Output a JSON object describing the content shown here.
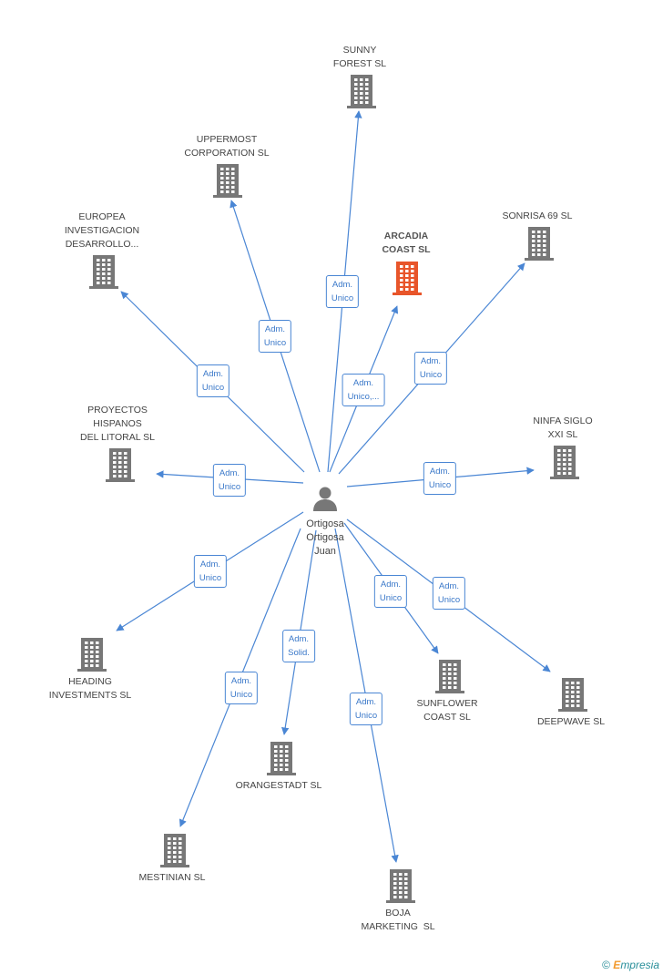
{
  "person": {
    "name": "Ortigosa\nOrtigosa\nJuan",
    "icon": "person-icon"
  },
  "colors": {
    "edge": "#4a86d4",
    "building": "#777777",
    "focus": "#e8552a",
    "text": "#444444"
  },
  "companies": [
    {
      "id": "sunny-forest",
      "name": "SUNNY\nFOREST SL",
      "focus": false
    },
    {
      "id": "uppermost",
      "name": "UPPERMOST\nCORPORATION SL",
      "focus": false
    },
    {
      "id": "arcadia",
      "name": "ARCADIA\nCOAST SL",
      "focus": true
    },
    {
      "id": "sonrisa",
      "name": "SONRISA 69 SL",
      "focus": false
    },
    {
      "id": "europea",
      "name": "EUROPEA\nINVESTIGACION\nDESARROLLO...",
      "focus": false
    },
    {
      "id": "proyectos",
      "name": "PROYECTOS\nHISPANOS\nDEL LITORAL SL",
      "focus": false
    },
    {
      "id": "ninfa",
      "name": "NINFA SIGLO\nXXI SL",
      "focus": false
    },
    {
      "id": "heading",
      "name": "HEADING\nINVESTMENTS SL",
      "focus": false
    },
    {
      "id": "sunflower",
      "name": "SUNFLOWER\nCOAST SL",
      "focus": false
    },
    {
      "id": "deepwave",
      "name": "DEEPWAVE SL",
      "focus": false
    },
    {
      "id": "orangestadt",
      "name": "ORANGESTADT SL",
      "focus": false
    },
    {
      "id": "mestinian",
      "name": "MESTINIAN SL",
      "focus": false
    },
    {
      "id": "boja",
      "name": "BOJA\nMARKETING  SL",
      "focus": false
    }
  ],
  "edges": [
    {
      "to": "sunny-forest",
      "label": "Adm.\nUnico"
    },
    {
      "to": "uppermost",
      "label": "Adm.\nUnico"
    },
    {
      "to": "arcadia",
      "label": "Adm.\nUnico,..."
    },
    {
      "to": "sonrisa",
      "label": "Adm.\nUnico"
    },
    {
      "to": "europea",
      "label": "Adm.\nUnico"
    },
    {
      "to": "proyectos",
      "label": "Adm.\nUnico"
    },
    {
      "to": "ninfa",
      "label": "Adm.\nUnico"
    },
    {
      "to": "heading",
      "label": "Adm.\nUnico"
    },
    {
      "to": "sunflower",
      "label": "Adm.\nUnico"
    },
    {
      "to": "deepwave",
      "label": "Adm.\nUnico"
    },
    {
      "to": "orangestadt",
      "label": "Adm.\nSolid."
    },
    {
      "to": "mestinian",
      "label": "Adm.\nUnico"
    },
    {
      "to": "boja",
      "label": "Adm.\nUnico"
    }
  ],
  "footer": {
    "copyright_symbol": "©",
    "brand_initial": "E",
    "brand_rest": "mpresia"
  }
}
